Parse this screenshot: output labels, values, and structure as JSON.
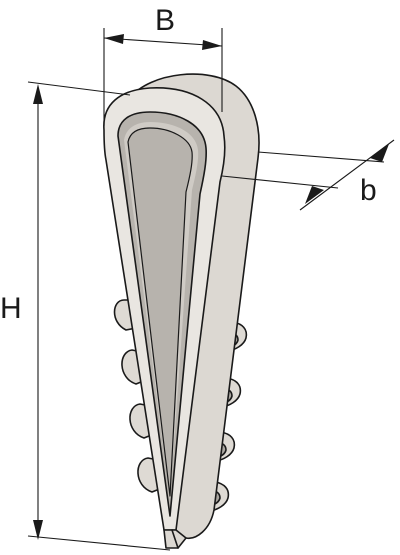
{
  "labels": {
    "width_outer": "B",
    "thickness": "b",
    "height": "H"
  },
  "colors": {
    "line": "#1a1a1a",
    "body": "#e9e6e1",
    "side": "#dcd8d2",
    "inner": "#b7b3ad",
    "rib_shadow": "#aaa6a0"
  }
}
